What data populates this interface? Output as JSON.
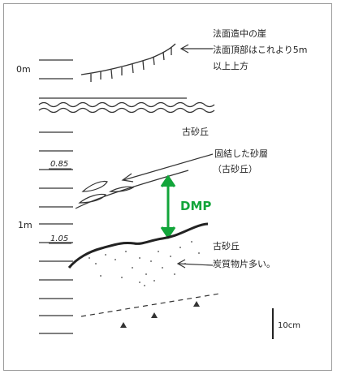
{
  "labels": {
    "depth_0m": "0m",
    "depth_1m": "1m",
    "measure_top": "0.85",
    "measure_bottom": "1.05",
    "note_top_line1": "法面造中の崖",
    "note_top_line2": "法面頂部はこれより5m",
    "note_top_line3": "以上上方",
    "upper_dune": "古砂丘",
    "consolidated_line1": "固結した砂層",
    "consolidated_line2": "（古砂丘）",
    "dmp": "DMP",
    "lower_dune_line1": "古砂丘",
    "lower_dune_line2": "炭質物片多い。",
    "scale_bar": "10cm"
  },
  "colors": {
    "dmp_arrow": "#12a53a",
    "ink": "#222222"
  }
}
